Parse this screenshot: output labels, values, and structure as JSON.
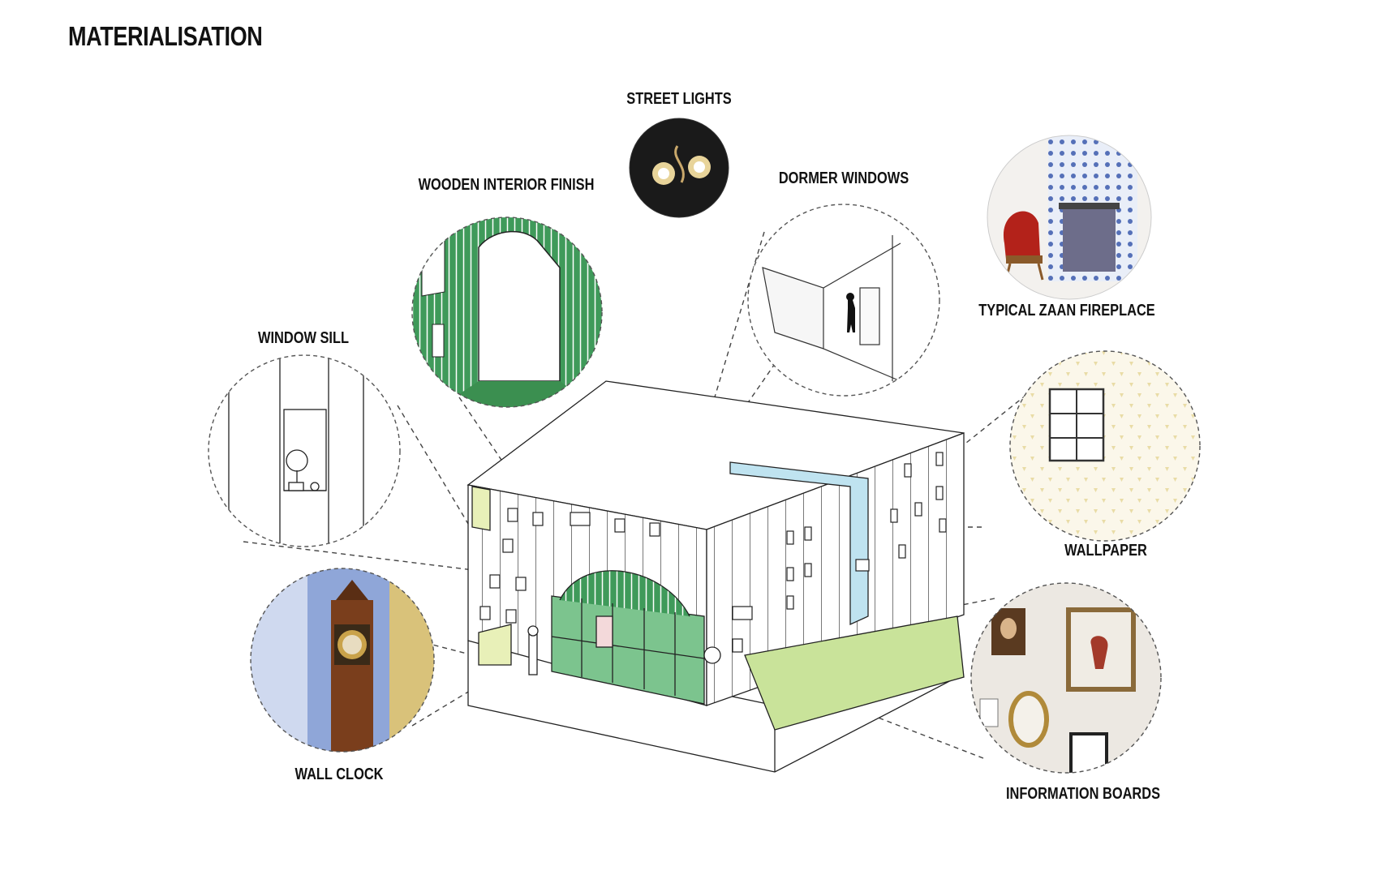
{
  "title": "MATERIALISATION",
  "callouts": {
    "street_lights": "STREET LIGHTS",
    "wooden_interior_finish": "WOODEN INTERIOR FINISH",
    "dormer_windows": "DORMER WINDOWS",
    "typical_zaan_fireplace": "TYPICAL ZAAN FIREPLACE",
    "window_sill": "WINDOW SILL",
    "wallpaper": "WALLPAPER",
    "wall_clock": "WALL CLOCK",
    "information_boards": "INFORMATION BOARDS"
  },
  "colors": {
    "wood_green": "#3f9a5a",
    "floor_green": "#7cc48e",
    "lawn_green": "#c9e39a",
    "ice_blue": "#bfe3f0",
    "dashed_line": "#444444",
    "wallpaper_beige": "#efe3b8",
    "clock_wall_blue": "#8fa6d8",
    "clock_wood": "#7a3e1c"
  }
}
